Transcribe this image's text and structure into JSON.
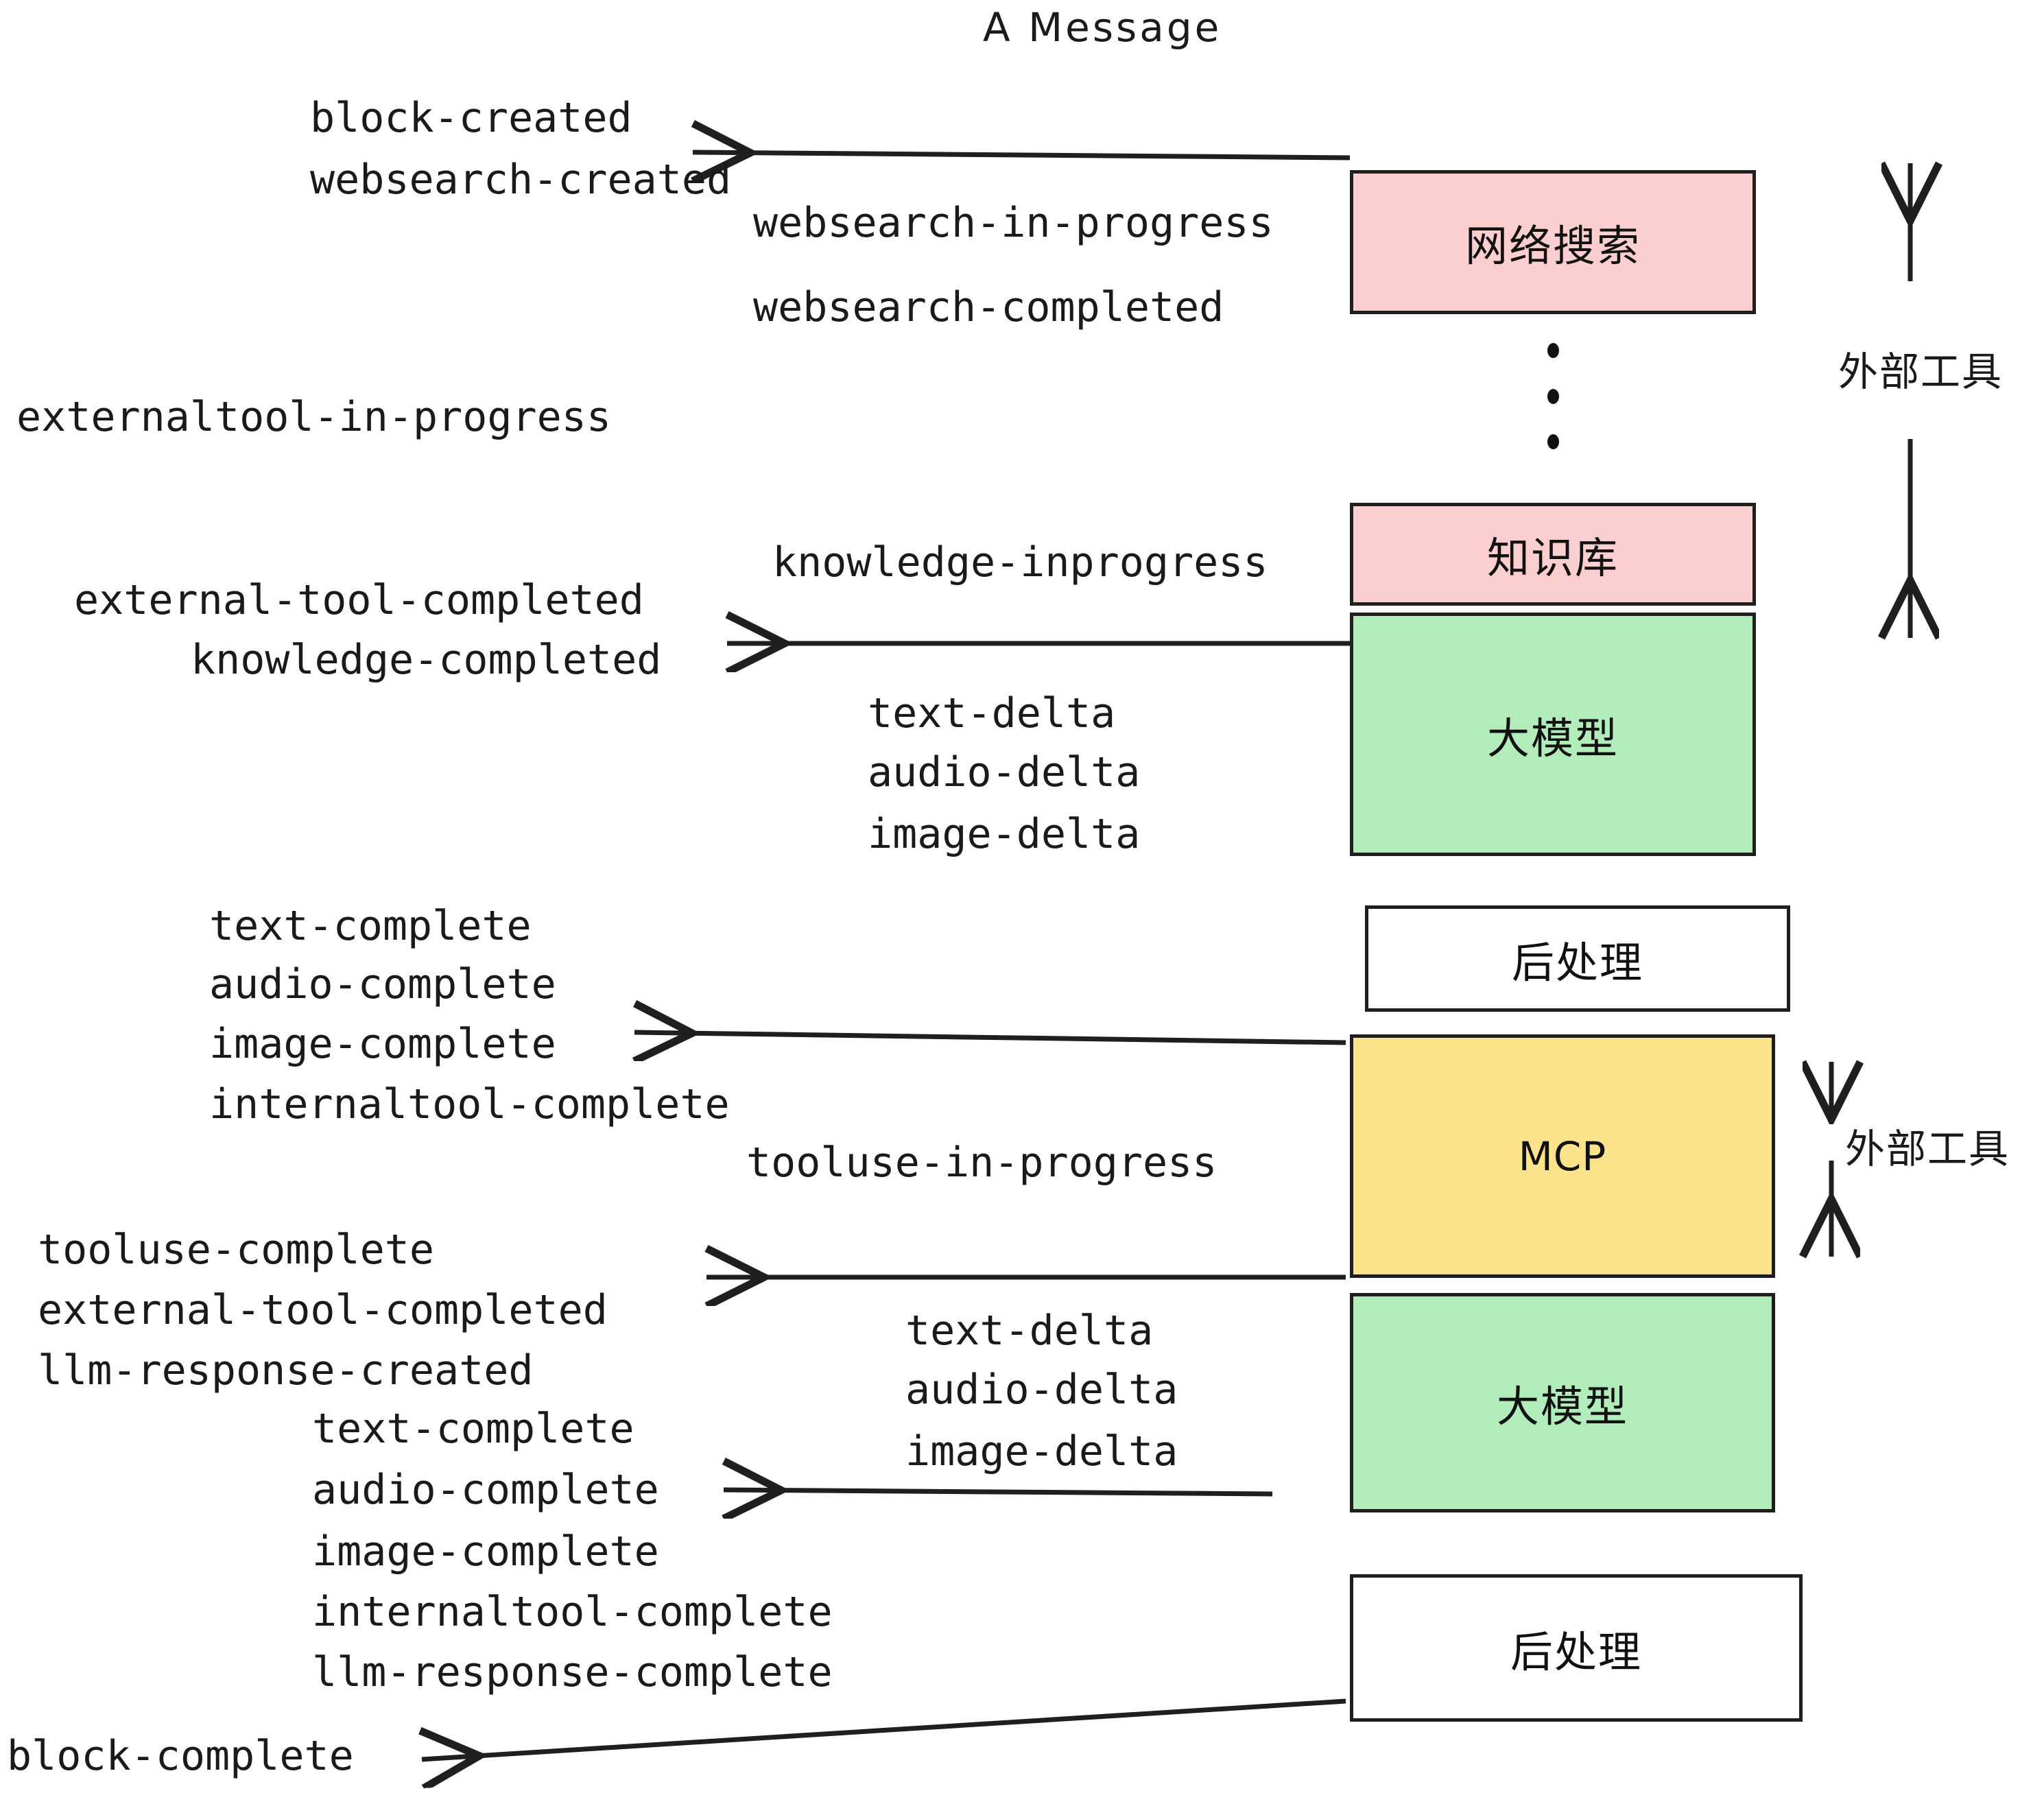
{
  "title": "A Message",
  "colors": {
    "pink": "#fbcfcf",
    "green": "#b2ecbb",
    "yellow": "#fbe38c",
    "white": "#ffffff",
    "stroke": "#1f1f1f",
    "text": "#1a1a1a"
  },
  "boxes": [
    {
      "id": "websearch",
      "label": "网络搜索",
      "fill": "pink"
    },
    {
      "id": "knowledge",
      "label": "知识库",
      "fill": "pink"
    },
    {
      "id": "llm-top",
      "label": "大模型",
      "fill": "green"
    },
    {
      "id": "postproc-top",
      "label": "后处理",
      "fill": "white"
    },
    {
      "id": "mcp",
      "label": "MCP",
      "fill": "yellow"
    },
    {
      "id": "llm-bottom",
      "label": "大模型",
      "fill": "green"
    },
    {
      "id": "postproc-bottom",
      "label": "后处理",
      "fill": "white"
    }
  ],
  "side_labels": [
    {
      "id": "external-tool-top",
      "label": "外部工具"
    },
    {
      "id": "external-tool-bottom",
      "label": "外部工具"
    }
  ],
  "events": [
    {
      "id": "block-created",
      "text": "block-created"
    },
    {
      "id": "websearch-created",
      "text": "websearch-created"
    },
    {
      "id": "websearch-in-progress",
      "text": "websearch-in-progress"
    },
    {
      "id": "websearch-completed",
      "text": "websearch-completed"
    },
    {
      "id": "externaltool-in-progress",
      "text": "externaltool-in-progress"
    },
    {
      "id": "knowledge-inprogress",
      "text": "knowledge-inprogress"
    },
    {
      "id": "external-tool-completed-1",
      "text": "external-tool-completed"
    },
    {
      "id": "knowledge-completed",
      "text": "knowledge-completed"
    },
    {
      "id": "text-delta-1",
      "text": "text-delta"
    },
    {
      "id": "audio-delta-1",
      "text": "audio-delta"
    },
    {
      "id": "image-delta-1",
      "text": "image-delta"
    },
    {
      "id": "text-complete-1",
      "text": "text-complete"
    },
    {
      "id": "audio-complete-1",
      "text": "audio-complete"
    },
    {
      "id": "image-complete-1",
      "text": "image-complete"
    },
    {
      "id": "internaltool-complete-1",
      "text": "internaltool-complete"
    },
    {
      "id": "tooluse-in-progress",
      "text": "tooluse-in-progress"
    },
    {
      "id": "tooluse-complete",
      "text": "tooluse-complete"
    },
    {
      "id": "external-tool-completed-2",
      "text": "external-tool-completed"
    },
    {
      "id": "llm-response-created",
      "text": "llm-response-created"
    },
    {
      "id": "text-delta-2",
      "text": "text-delta"
    },
    {
      "id": "audio-delta-2",
      "text": "audio-delta"
    },
    {
      "id": "image-delta-2",
      "text": "image-delta"
    },
    {
      "id": "text-complete-2",
      "text": "text-complete"
    },
    {
      "id": "audio-complete-2",
      "text": "audio-complete"
    },
    {
      "id": "image-complete-2",
      "text": "image-complete"
    },
    {
      "id": "internaltool-complete-2",
      "text": "internaltool-complete"
    },
    {
      "id": "llm-response-complete",
      "text": "llm-response-complete"
    },
    {
      "id": "block-complete",
      "text": "block-complete"
    }
  ]
}
